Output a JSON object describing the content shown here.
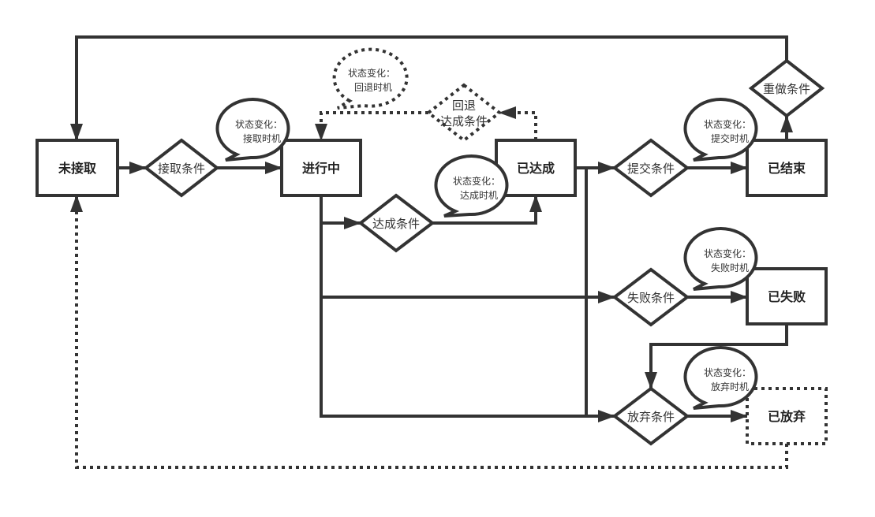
{
  "diagram": {
    "type": "state-flowchart",
    "states": [
      {
        "id": "unaccepted",
        "label": "未接取",
        "style": "solid"
      },
      {
        "id": "in_progress",
        "label": "进行中",
        "style": "solid"
      },
      {
        "id": "achieved",
        "label": "已达成",
        "style": "solid"
      },
      {
        "id": "finished",
        "label": "已结束",
        "style": "solid"
      },
      {
        "id": "failed",
        "label": "已失败",
        "style": "solid"
      },
      {
        "id": "abandoned",
        "label": "已放弃",
        "style": "dotted"
      }
    ],
    "conditions": [
      {
        "id": "accept_cond",
        "label": "接取条件",
        "style": "solid"
      },
      {
        "id": "achieve_cond",
        "label": "达成条件",
        "style": "solid"
      },
      {
        "id": "rollback_cond",
        "label_lines": [
          "回退",
          "达成条件"
        ],
        "style": "dotted"
      },
      {
        "id": "submit_cond",
        "label": "提交条件",
        "style": "solid"
      },
      {
        "id": "redo_cond",
        "label": "重做条件",
        "style": "solid"
      },
      {
        "id": "fail_cond",
        "label": "失败条件",
        "style": "solid"
      },
      {
        "id": "abandon_cond",
        "label": "放弃条件",
        "style": "solid"
      }
    ],
    "bubbles": [
      {
        "id": "accept_timing",
        "lines": [
          "状态变化：",
          "接取时机"
        ],
        "style": "solid"
      },
      {
        "id": "rollback_timing",
        "lines": [
          "状态变化：",
          "回退时机"
        ],
        "style": "dotted"
      },
      {
        "id": "achieve_timing",
        "lines": [
          "状态变化：",
          "达成时机"
        ],
        "style": "solid"
      },
      {
        "id": "submit_timing",
        "lines": [
          "状态变化：",
          "提交时机"
        ],
        "style": "solid"
      },
      {
        "id": "fail_timing",
        "lines": [
          "状态变化：",
          "失败时机"
        ],
        "style": "solid"
      },
      {
        "id": "abandon_timing",
        "lines": [
          "状态变化：",
          "放弃时机"
        ],
        "style": "solid"
      }
    ],
    "edges": [
      {
        "from": "unaccepted",
        "to": "accept_cond",
        "style": "solid"
      },
      {
        "from": "accept_cond",
        "to": "in_progress",
        "style": "solid"
      },
      {
        "from": "in_progress",
        "to": "achieve_cond",
        "style": "solid"
      },
      {
        "from": "achieve_cond",
        "to": "achieved",
        "style": "solid"
      },
      {
        "from": "achieved",
        "to": "rollback_cond",
        "style": "dotted"
      },
      {
        "from": "rollback_cond",
        "to": "in_progress",
        "style": "dotted"
      },
      {
        "from": "achieved",
        "to": "submit_cond",
        "style": "solid"
      },
      {
        "from": "submit_cond",
        "to": "finished",
        "style": "solid"
      },
      {
        "from": "finished",
        "to": "redo_cond",
        "style": "solid"
      },
      {
        "from": "redo_cond",
        "to": "unaccepted",
        "style": "solid"
      },
      {
        "from": "in_progress",
        "to": "fail_cond",
        "style": "solid"
      },
      {
        "from": "achieved",
        "to": "fail_cond",
        "style": "solid"
      },
      {
        "from": "fail_cond",
        "to": "failed",
        "style": "solid"
      },
      {
        "from": "in_progress",
        "to": "abandon_cond",
        "style": "solid"
      },
      {
        "from": "achieved",
        "to": "abandon_cond",
        "style": "solid"
      },
      {
        "from": "failed",
        "to": "abandon_cond",
        "style": "solid"
      },
      {
        "from": "abandon_cond",
        "to": "abandoned",
        "style": "solid"
      },
      {
        "from": "abandoned",
        "to": "unaccepted",
        "style": "dotted"
      }
    ],
    "colors": {
      "stroke": "#333333",
      "fill": "#ffffff",
      "text": "#222222"
    }
  }
}
